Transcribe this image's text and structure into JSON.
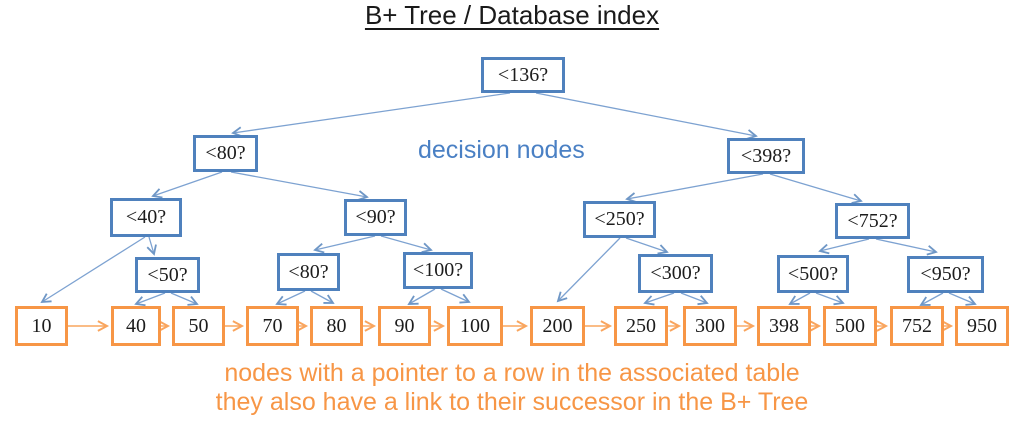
{
  "title": "B+ Tree / Database index",
  "annotations": {
    "decision_nodes_label": "decision nodes",
    "caption_line1": "nodes with a pointer to a row in the associated table",
    "caption_line2": "they also have a link to their successor in the B+ Tree"
  },
  "colors": {
    "decision_node_border": "#4f81bd",
    "tree_edge_line": "#7da2d1",
    "decision_label_text": "#4a80c4",
    "leaf_node_border": "#f79646",
    "leaf_link_arrow": "#f9a55e",
    "caption_text": "#f79646",
    "title_text": "#1a1a1a"
  },
  "tree": {
    "decision_nodes": [
      {
        "id": "d136",
        "label": "<136?"
      },
      {
        "id": "d80",
        "label": "<80?"
      },
      {
        "id": "d398",
        "label": "<398?"
      },
      {
        "id": "d40",
        "label": "<40?"
      },
      {
        "id": "d90",
        "label": "<90?"
      },
      {
        "id": "d250",
        "label": "<250?"
      },
      {
        "id": "d752",
        "label": "<752?"
      },
      {
        "id": "d50",
        "label": "<50?"
      },
      {
        "id": "d80b",
        "label": "<80?"
      },
      {
        "id": "d100",
        "label": "<100?"
      },
      {
        "id": "d300",
        "label": "<300?"
      },
      {
        "id": "d500",
        "label": "<500?"
      },
      {
        "id": "d950",
        "label": "<950?"
      }
    ],
    "leaf_nodes": [
      {
        "label": "10"
      },
      {
        "label": "40"
      },
      {
        "label": "50"
      },
      {
        "label": "70"
      },
      {
        "label": "80"
      },
      {
        "label": "90"
      },
      {
        "label": "100"
      },
      {
        "label": "200"
      },
      {
        "label": "250"
      },
      {
        "label": "300"
      },
      {
        "label": "398"
      },
      {
        "label": "500"
      },
      {
        "label": "752"
      },
      {
        "label": "950"
      }
    ],
    "edges": [
      [
        "d136",
        "d80"
      ],
      [
        "d136",
        "d398"
      ],
      [
        "d80",
        "d40"
      ],
      [
        "d80",
        "d90"
      ],
      [
        "d398",
        "d250"
      ],
      [
        "d398",
        "d752"
      ],
      [
        "d40",
        "leaf:10"
      ],
      [
        "d40",
        "d50"
      ],
      [
        "d90",
        "d80b"
      ],
      [
        "d90",
        "d100"
      ],
      [
        "d250",
        "leaf:200"
      ],
      [
        "d250",
        "d300"
      ],
      [
        "d752",
        "d500"
      ],
      [
        "d752",
        "d950"
      ],
      [
        "d50",
        "leaf:40"
      ],
      [
        "d50",
        "leaf:50"
      ],
      [
        "d80b",
        "leaf:70"
      ],
      [
        "d80b",
        "leaf:80"
      ],
      [
        "d100",
        "leaf:90"
      ],
      [
        "d100",
        "leaf:100"
      ],
      [
        "d300",
        "leaf:250"
      ],
      [
        "d300",
        "leaf:300"
      ],
      [
        "d500",
        "leaf:398"
      ],
      [
        "d500",
        "leaf:500"
      ],
      [
        "d950",
        "leaf:752"
      ],
      [
        "d950",
        "leaf:950"
      ]
    ],
    "leaf_chain_order": [
      "10",
      "40",
      "50",
      "70",
      "80",
      "90",
      "100",
      "200",
      "250",
      "300",
      "398",
      "500",
      "752",
      "950"
    ]
  }
}
